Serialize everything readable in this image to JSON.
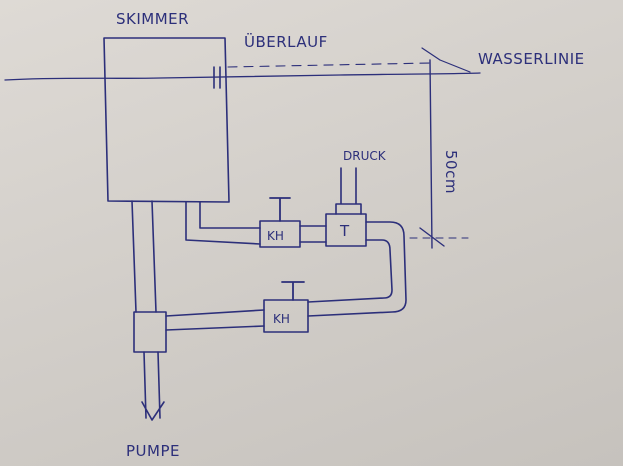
{
  "labels": {
    "skimmer": "SKIMMER",
    "ueberlauf": "ÜBERLAUF",
    "wasserlinie": "WASSERLINIE",
    "druck": "DRUCK",
    "depth": "50cm",
    "valve_upper": "KH",
    "tee": "T",
    "valve_lower": "KH",
    "pumpe": "PUMPE"
  },
  "colors": {
    "ink": "#2c2f7a",
    "paper": "#d8d4cf"
  }
}
